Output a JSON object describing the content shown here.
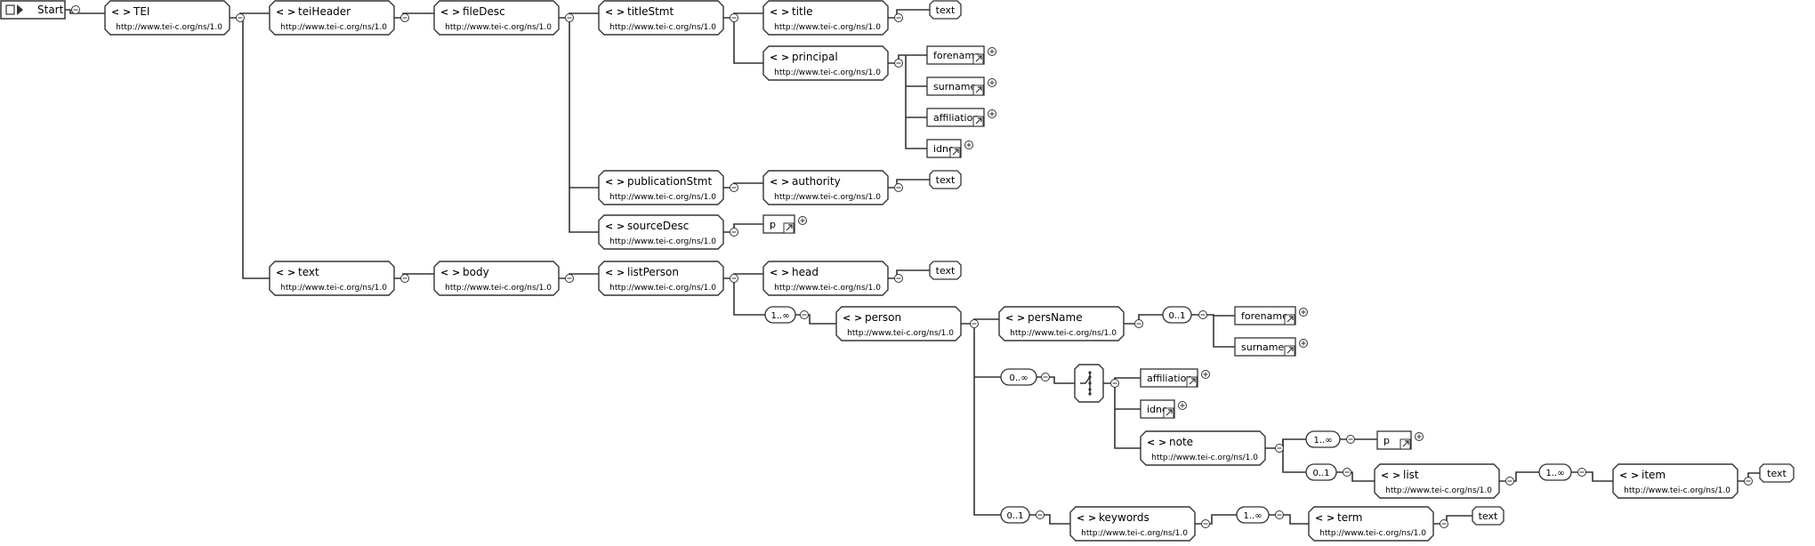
{
  "start": {
    "label": "Start"
  },
  "namespace": "http://www.tei-c.org/ns/1.0",
  "elements": {
    "tei": "TEI",
    "teiheader": "teiHeader",
    "filedesc": "fileDesc",
    "titlestmt": "titleStmt",
    "title": "title",
    "principal": "principal",
    "publicationstmt": "publicationStmt",
    "authority": "authority",
    "sourcedesc": "sourceDesc",
    "text": "text",
    "body": "body",
    "listperson": "listPerson",
    "head": "head",
    "person": "person",
    "persname": "persName",
    "note": "note",
    "list": "list",
    "item": "item",
    "keywords": "keywords",
    "term": "term"
  },
  "refs": {
    "principal_forename": "forename",
    "principal_surname": "surname",
    "principal_affiliation": "affiliation",
    "principal_idno": "idno",
    "sourcedesc_p": "p",
    "persname_forename": "forename",
    "persname_surname": "surname",
    "person_affiliation": "affiliation",
    "person_idno": "idno",
    "note_p": "p"
  },
  "text_nodes": {
    "title_text": "text",
    "authority_text": "text",
    "head_text": "text",
    "item_text": "text",
    "term_text": "text"
  },
  "cardinalities": {
    "person": "1..∞",
    "persname_group": "0..1",
    "choice": "0..∞",
    "note_p": "1..∞",
    "note_list": "0..1",
    "list_item": "1..∞",
    "keywords": "0..1",
    "keywords_term": "1..∞"
  }
}
